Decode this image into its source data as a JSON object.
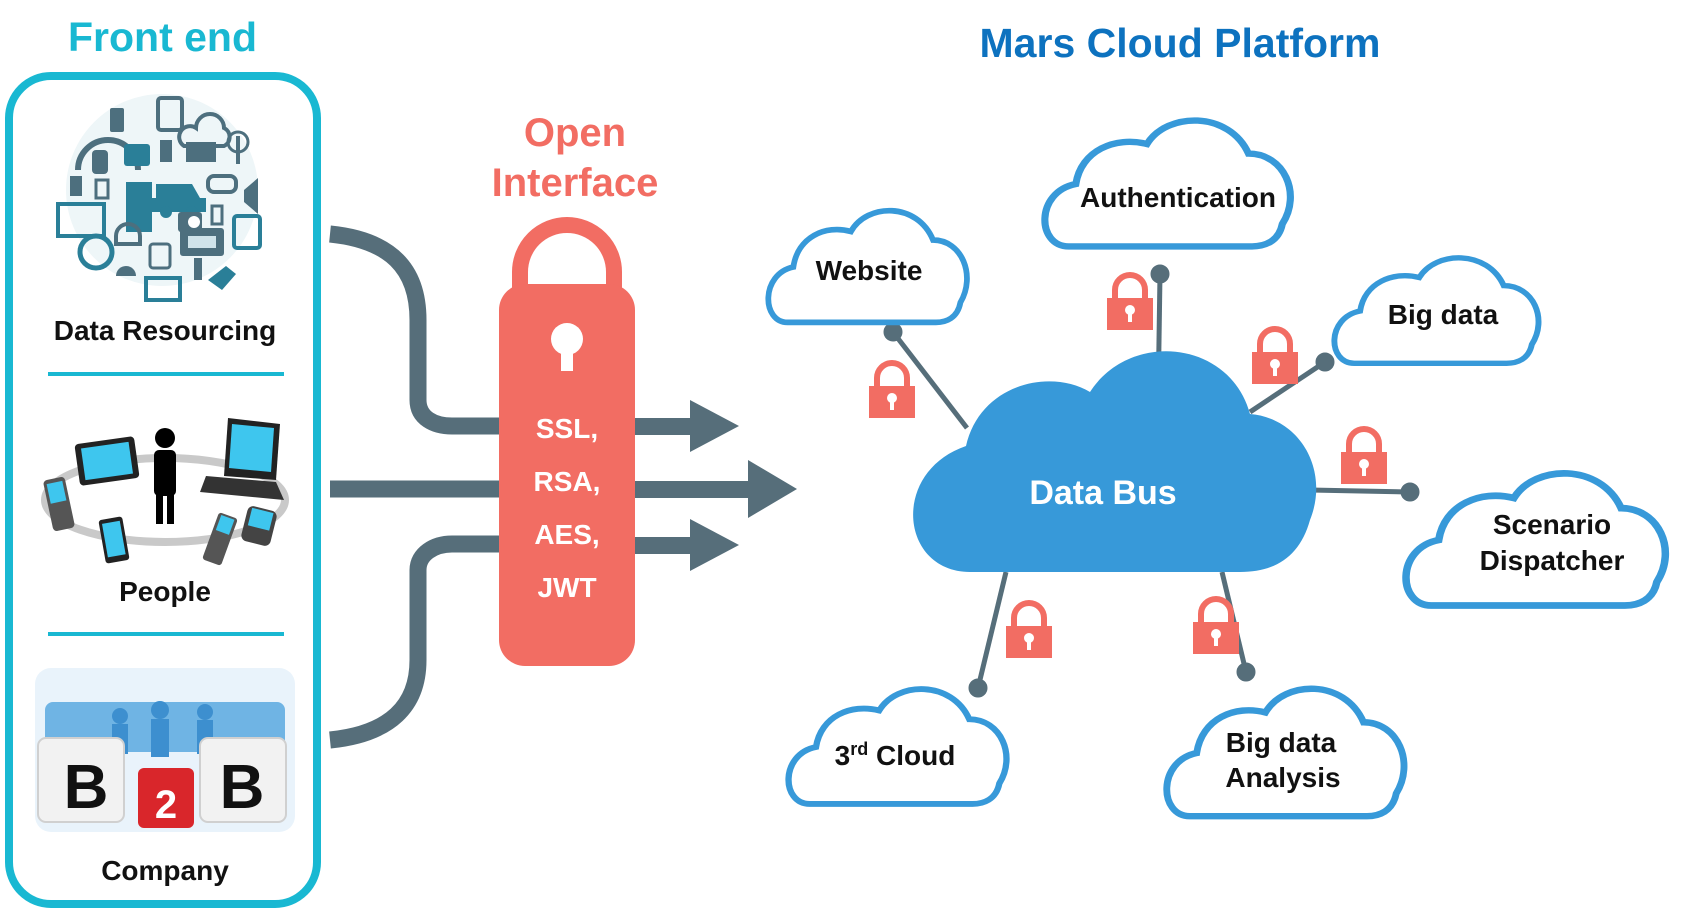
{
  "front_end": {
    "title": "Front end",
    "sources": [
      {
        "label": "Data Resourcing",
        "icon": "iot-devices-icon"
      },
      {
        "label": "People",
        "icon": "personal-devices-icon"
      },
      {
        "label": "Company",
        "icon": "b2b-cubes-icon"
      }
    ]
  },
  "open_interface": {
    "title_line1": "Open",
    "title_line2": "Interface",
    "protocols": [
      "SSL,",
      "RSA,",
      "AES,",
      "JWT"
    ],
    "icon": "padlock-icon"
  },
  "platform": {
    "title": "Mars Cloud Platform",
    "hub": {
      "label": "Data Bus"
    },
    "services": [
      {
        "id": "website",
        "label": "Website"
      },
      {
        "id": "authentication",
        "label": "Authentication"
      },
      {
        "id": "big-data",
        "label": "Big data"
      },
      {
        "id": "scenario-dispatcher",
        "line1": "Scenario",
        "line2": "Dispatcher"
      },
      {
        "id": "big-data-analysis",
        "line1": "Big data",
        "line2": "Analysis"
      },
      {
        "id": "third-cloud",
        "label_num": "3",
        "label_sup": "rd",
        "label_rest": " Cloud"
      }
    ]
  },
  "colors": {
    "front_end_accent": "#19b8d2",
    "platform_title": "#0d72bf",
    "cloud_blue": "#3799d9",
    "interface_red": "#f26d63",
    "connector_gray": "#566e7a"
  }
}
